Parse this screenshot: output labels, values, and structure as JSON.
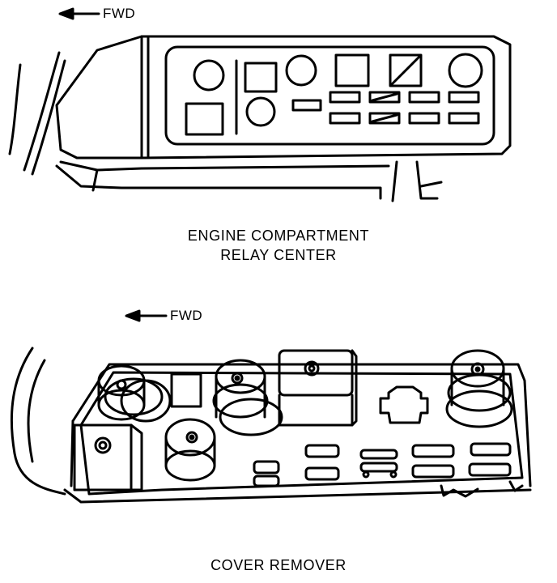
{
  "top": {
    "direction_label": "FWD",
    "caption_line1": "ENGINE COMPARTMENT",
    "caption_line2": "RELAY CENTER"
  },
  "bottom": {
    "direction_label": "FWD",
    "caption": "COVER REMOVER"
  },
  "colors": {
    "ink": "#000000",
    "paper": "#ffffff"
  }
}
